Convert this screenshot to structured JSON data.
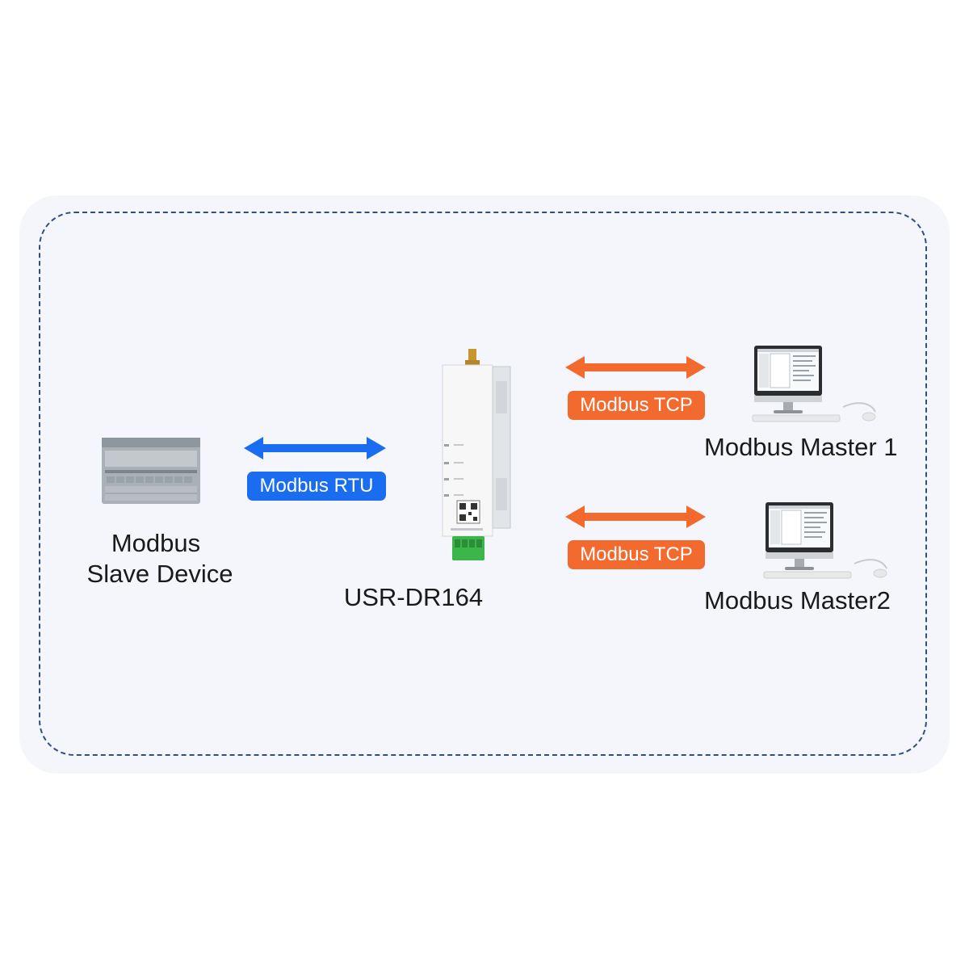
{
  "nodes": {
    "slave": {
      "line1": "Modbus",
      "line2": "Slave Device"
    },
    "gateway": {
      "label": "USR-DR164"
    },
    "master1": {
      "label": "Modbus Master 1"
    },
    "master2": {
      "label": "Modbus Master2"
    }
  },
  "links": {
    "rtu": {
      "label": "Modbus RTU",
      "color": "#1a6cf0"
    },
    "tcp1": {
      "label": "Modbus TCP",
      "color": "#f26a2e"
    },
    "tcp2": {
      "label": "Modbus TCP",
      "color": "#f26a2e"
    }
  },
  "icons": {
    "slave": "plc-device-icon",
    "gateway": "din-rail-gateway-icon",
    "master": "desktop-computer-icon"
  },
  "colors": {
    "frame": "#2f4f7f",
    "panel": "#f4f6fb",
    "rtu": "#1a6cf0",
    "tcp": "#f26a2e"
  }
}
